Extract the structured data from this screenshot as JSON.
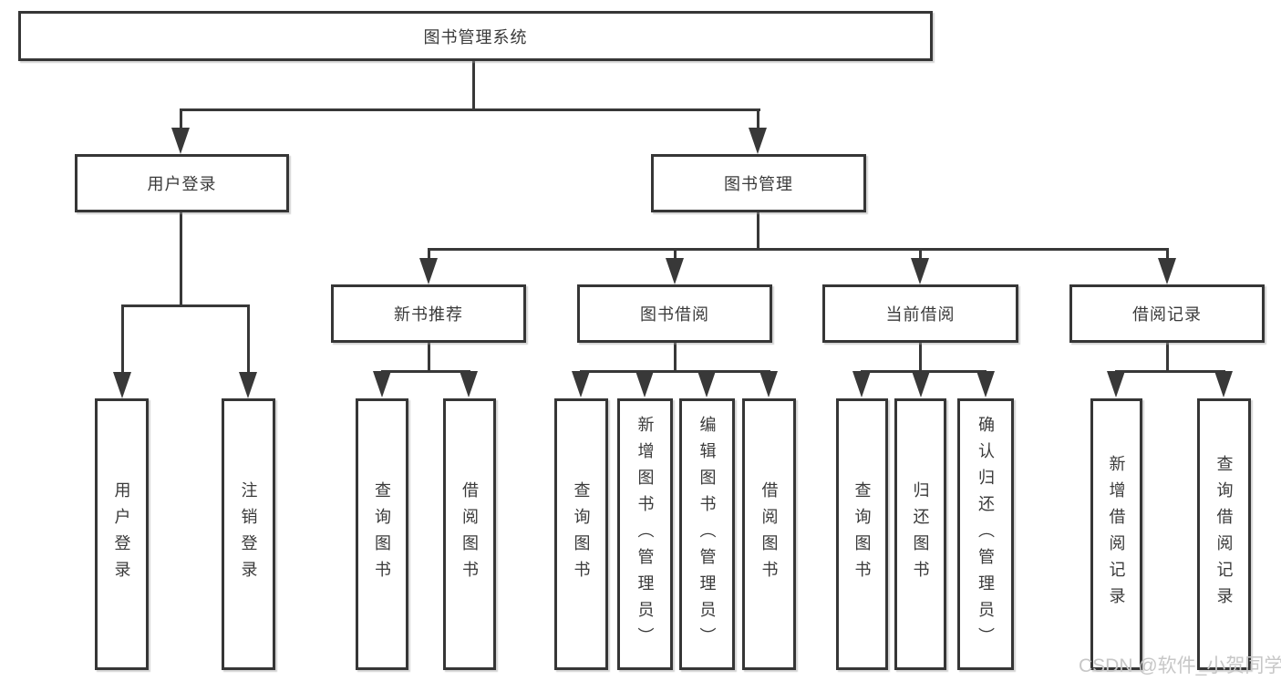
{
  "diagram": {
    "root": {
      "label": "图书管理系统"
    },
    "level2": [
      {
        "label": "用户登录"
      },
      {
        "label": "图书管理"
      }
    ],
    "level3": [
      {
        "label": "新书推荐"
      },
      {
        "label": "图书借阅"
      },
      {
        "label": "当前借阅"
      },
      {
        "label": "借阅记录"
      }
    ],
    "leaves": [
      {
        "label": "用户登录"
      },
      {
        "label": "注销登录"
      },
      {
        "label": "查询图书"
      },
      {
        "label": "借阅图书"
      },
      {
        "label": "查询图书"
      },
      {
        "label": "新增图书（管理员）"
      },
      {
        "label": "编辑图书（管理员）"
      },
      {
        "label": "借阅图书"
      },
      {
        "label": "查询图书"
      },
      {
        "label": "归还图书"
      },
      {
        "label": "确认归还（管理员）"
      },
      {
        "label": "新增借阅记录"
      },
      {
        "label": "查询借阅记录"
      }
    ]
  },
  "watermark": {
    "text": "CSDN @软件_小贺同学",
    "color": "#c7c7c7"
  },
  "colors": {
    "background": "#ffffff",
    "line": "#383838",
    "border": "#363636",
    "text": "#3a3a3a"
  }
}
